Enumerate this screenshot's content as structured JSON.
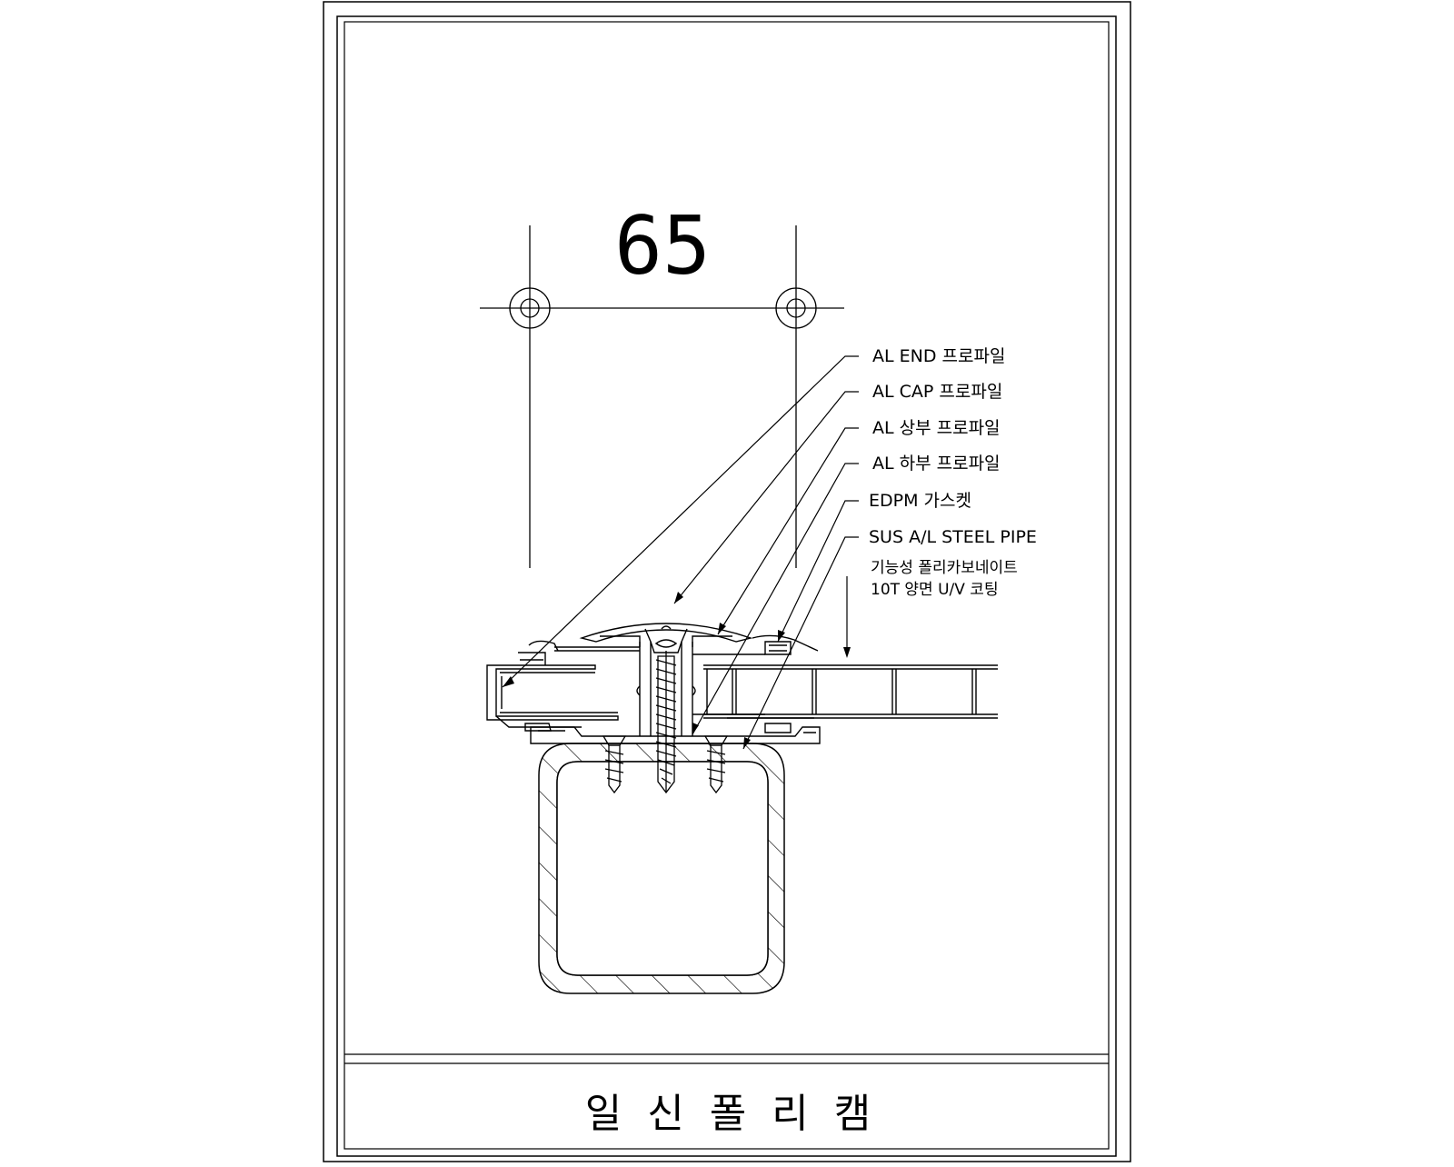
{
  "dimension": {
    "value": "65"
  },
  "labels": [
    "AL END 프로파일",
    "AL CAP 프로파일",
    "AL 상부 프로파일",
    "AL 하부 프로파일",
    "EDPM 가스켓",
    "SUS A/L STEEL PIPE"
  ],
  "polycarbonate_note": {
    "line1": "기능성 폴리카보네이트",
    "line2": "10T 양면 U/V 코팅"
  },
  "title_block": {
    "company": "일신폴리캠"
  },
  "colors": {
    "line": "#000000",
    "background": "#ffffff"
  }
}
